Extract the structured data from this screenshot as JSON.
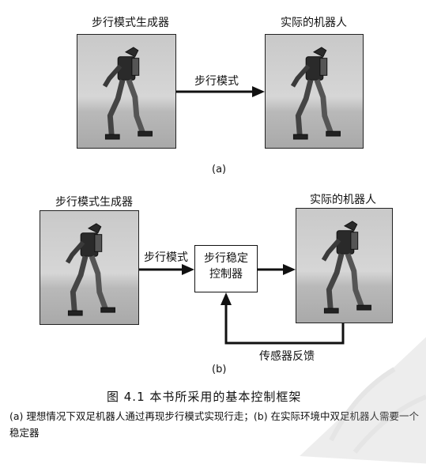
{
  "part_a": {
    "left_title": "步行模式生成器",
    "right_title": "实际的机器人",
    "arrow_label": "步行模式",
    "sub_label": "(a)"
  },
  "part_b": {
    "left_title": "步行模式生成器",
    "right_title": "实际的机器人",
    "arrow_label": "步行模式",
    "controller_line1": "步行稳定",
    "controller_line2": "控制器",
    "feedback_label": "传感器反馈",
    "sub_label": "(b)"
  },
  "caption": {
    "title": "图 4.1    本书所采用的基本控制框架",
    "body": "(a) 理想情况下双足机器人通过再现步行模式实现行走；(b) 在实际环境中双足机器人需要一个稳定器"
  }
}
